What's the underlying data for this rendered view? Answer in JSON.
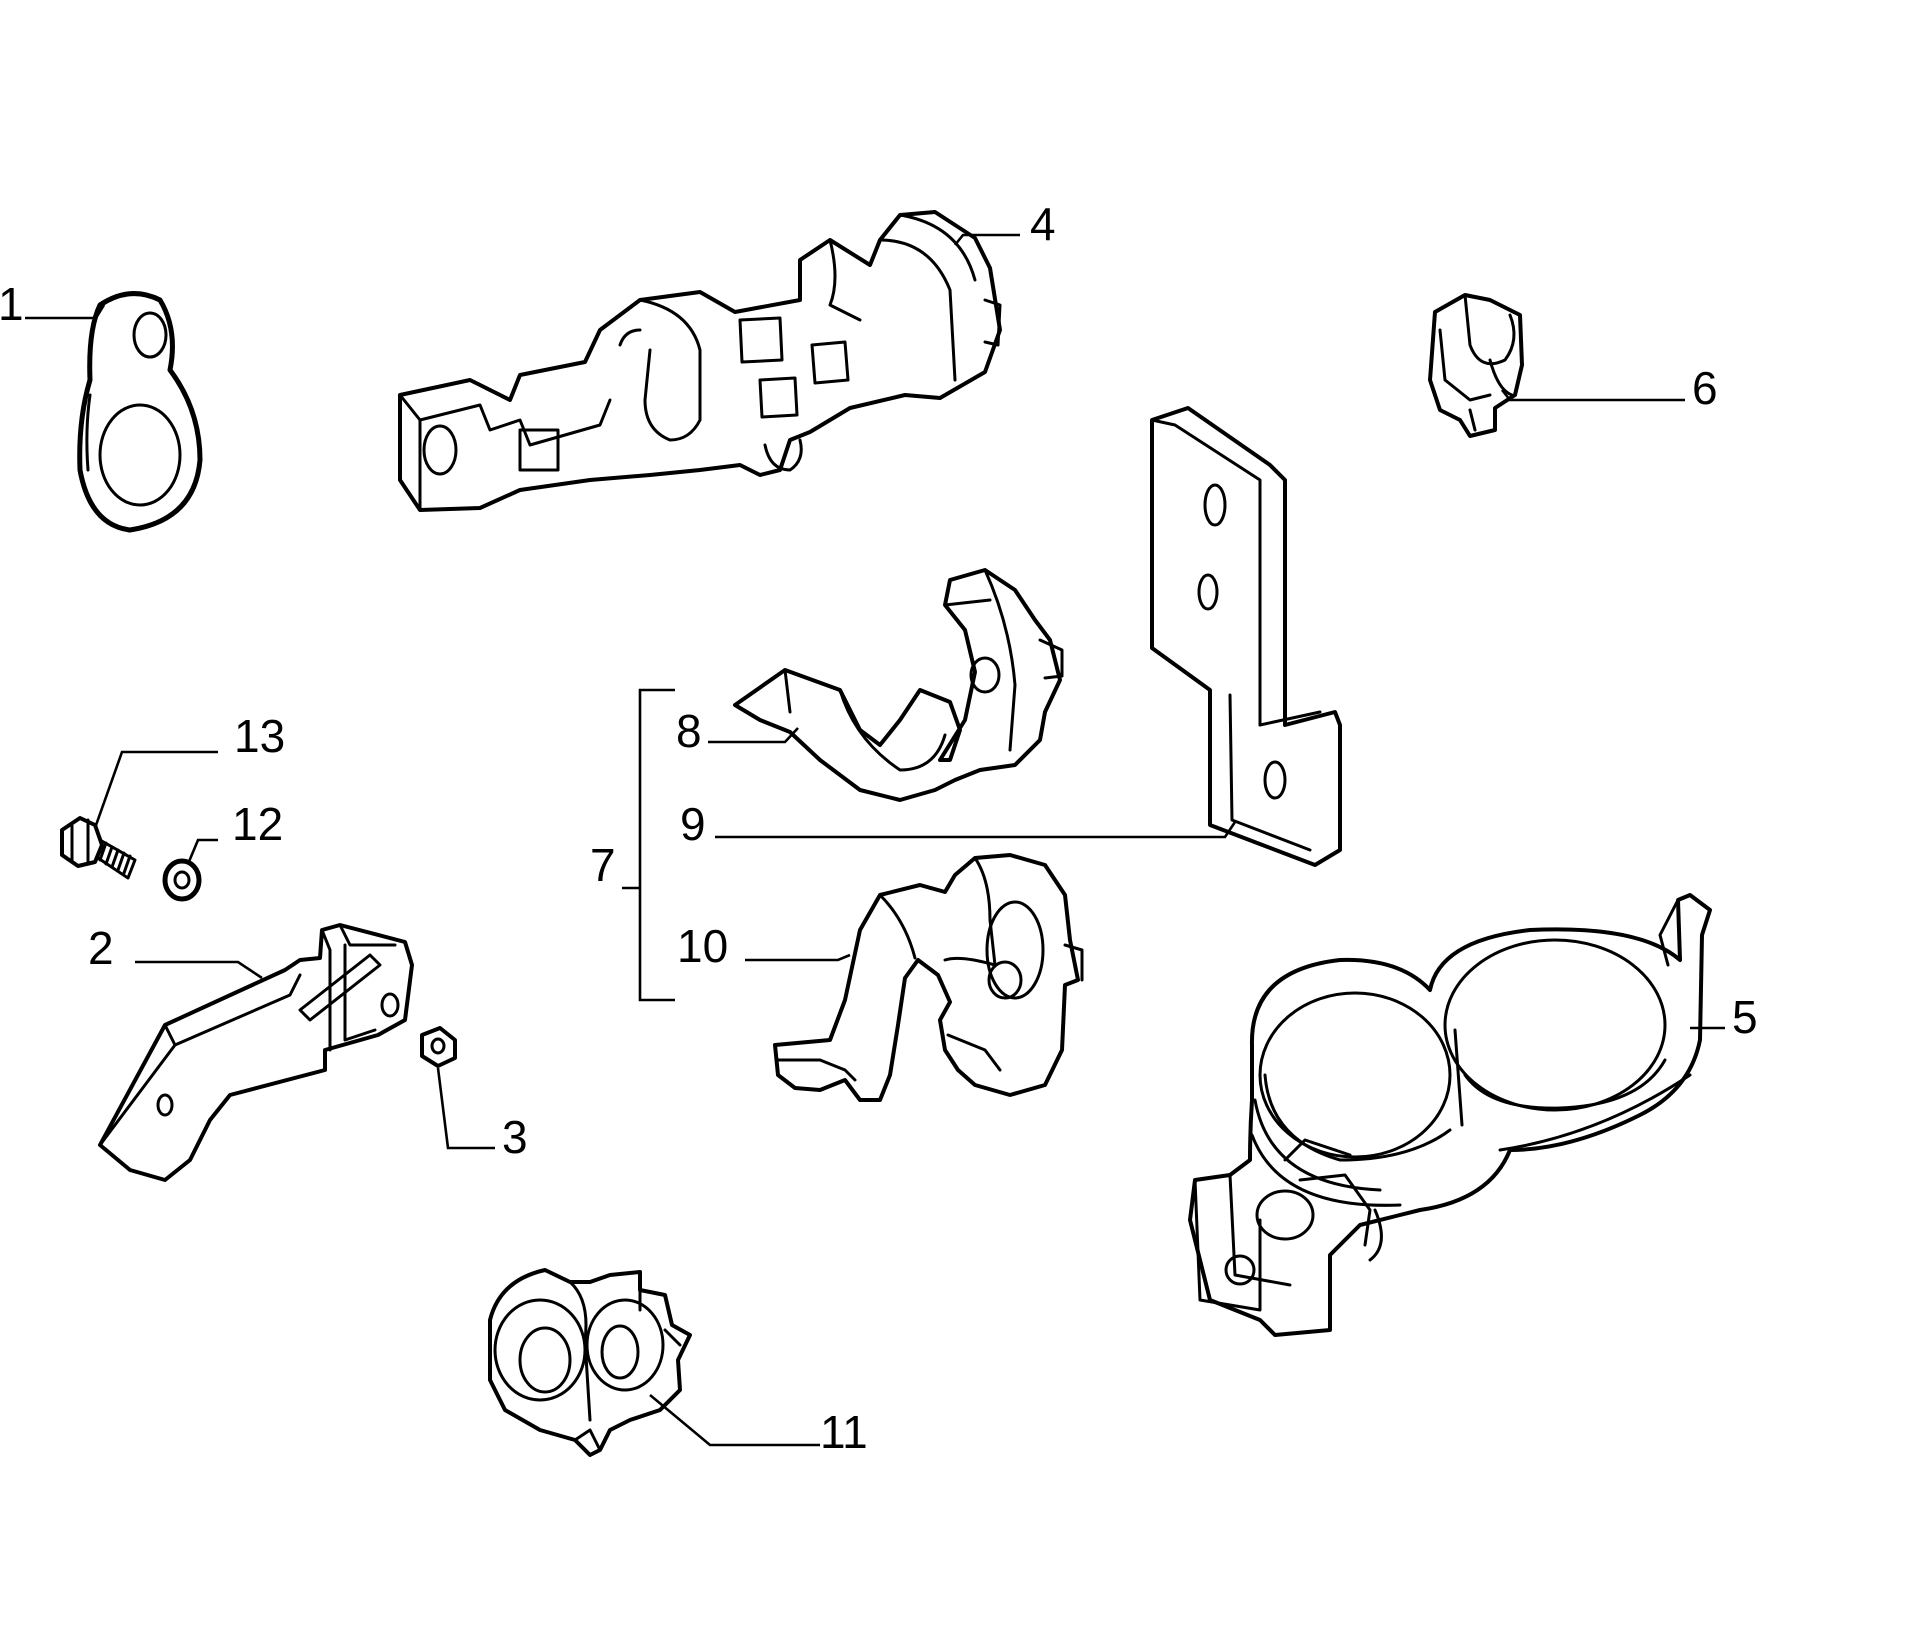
{
  "callouts": {
    "c1": "1",
    "c2": "2",
    "c3": "3",
    "c4": "4",
    "c5": "5",
    "c6": "6",
    "c7": "7",
    "c8": "8",
    "c9": "9",
    "c10": "10",
    "c11": "11",
    "c12": "12",
    "c13": "13"
  },
  "colors": {
    "line": "#000000",
    "background": "#ffffff"
  },
  "parts": [
    "ring-terminal",
    "angled-bracket",
    "nut",
    "multi-cable-clip",
    "double-pipe-clamp",
    "small-clip",
    "clip-assembly",
    "open-clip",
    "mounting-plate",
    "retaining-clip",
    "twin-clip",
    "washer",
    "screw"
  ]
}
